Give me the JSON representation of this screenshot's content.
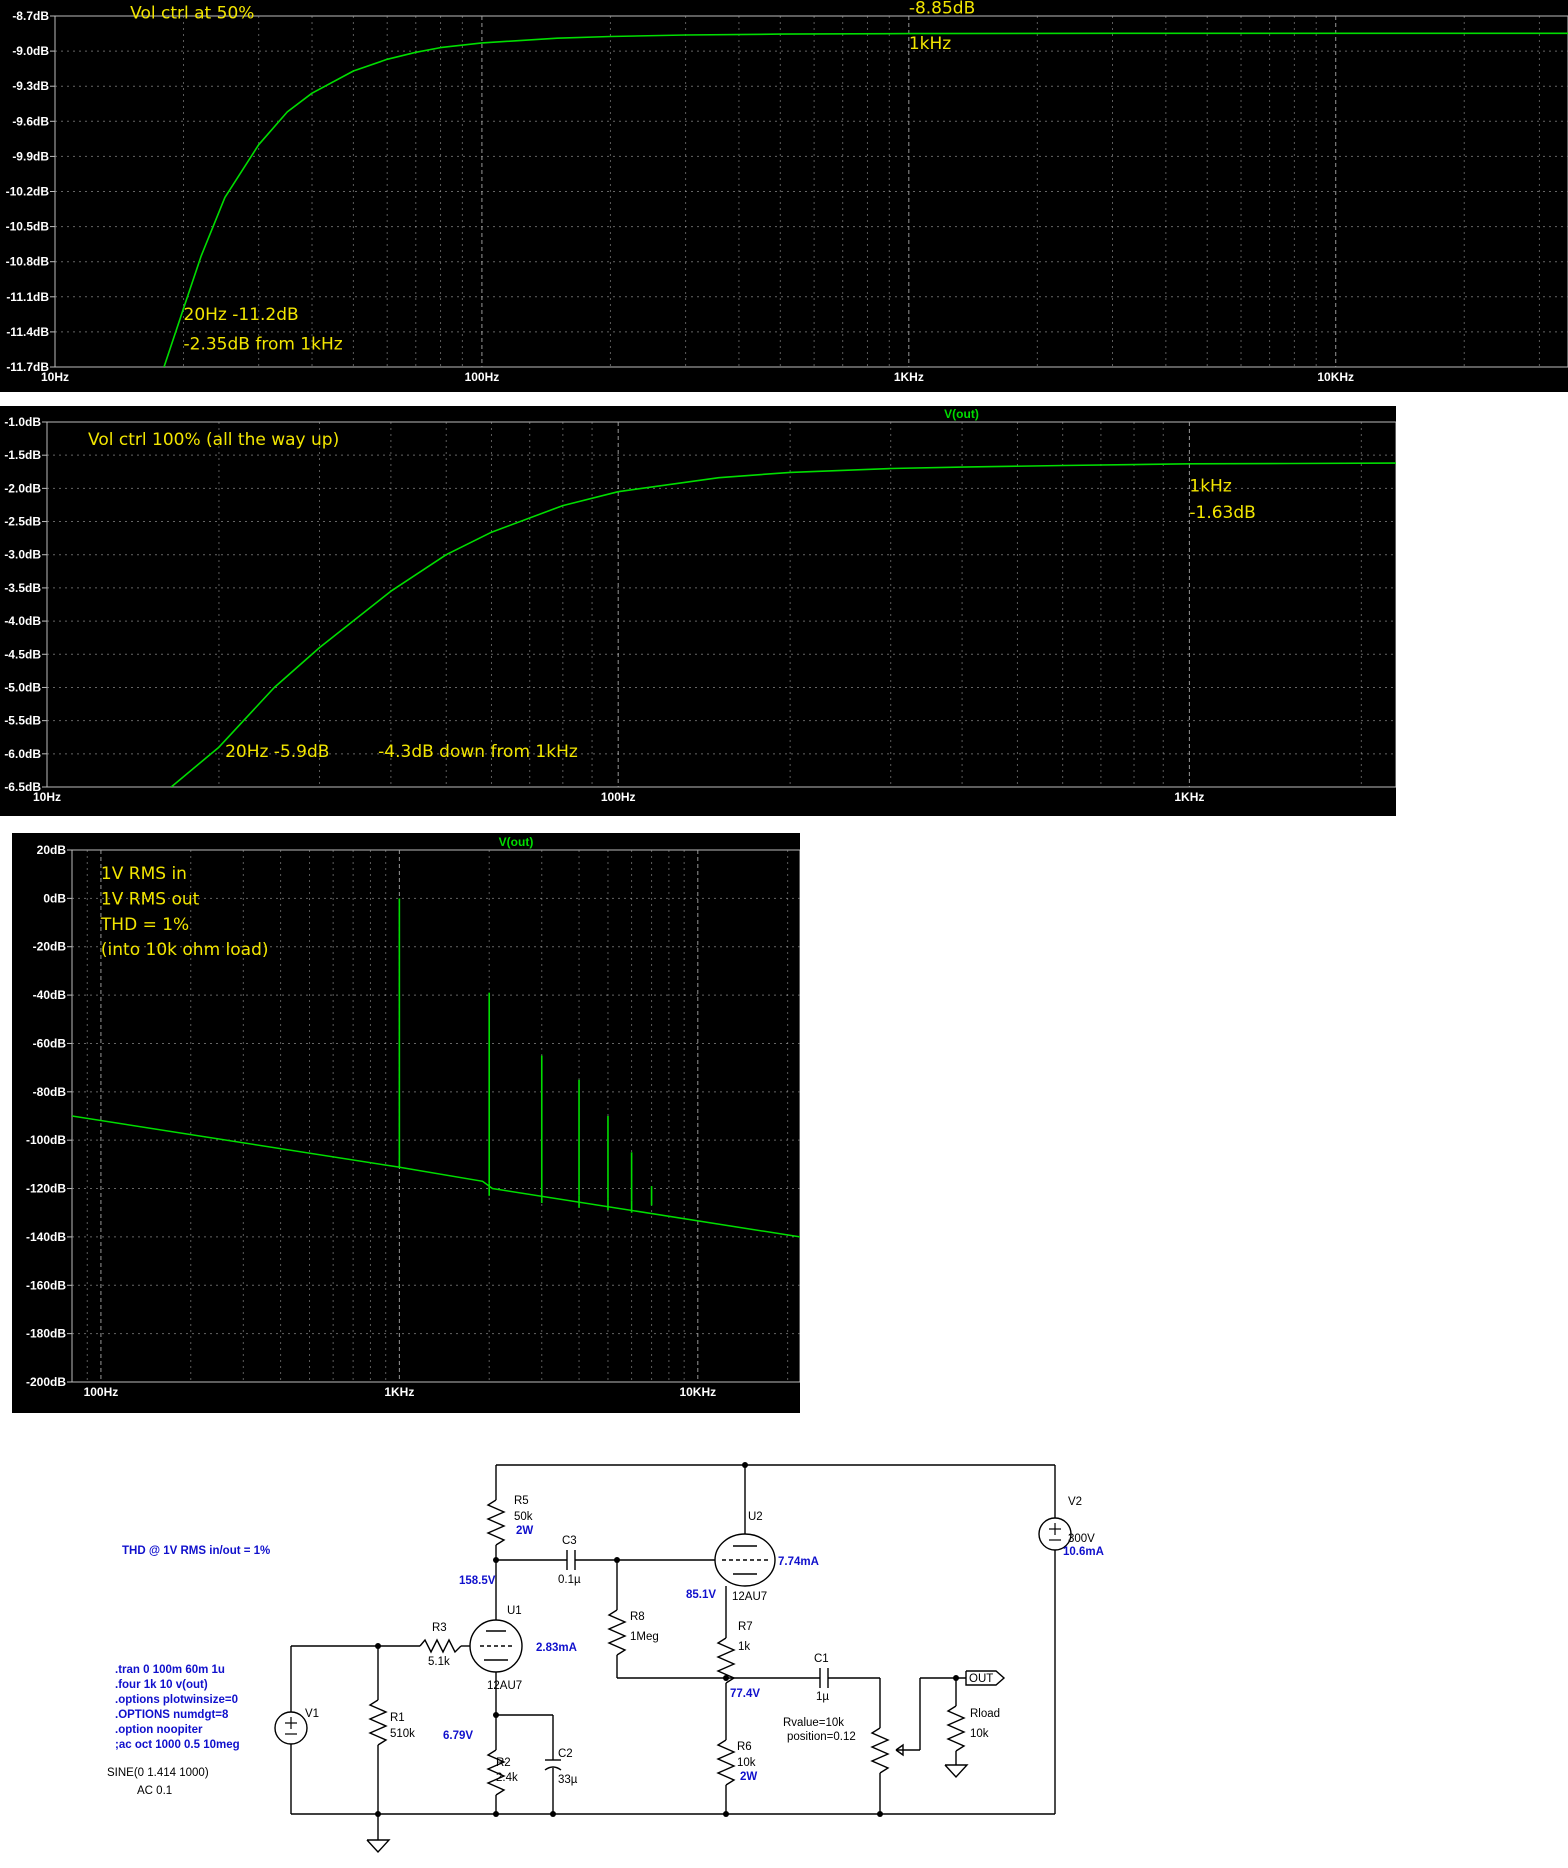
{
  "colors": {
    "trace": "#00dd00",
    "annotation": "#f2e500",
    "axis_text": "#ffffff",
    "grid": "#a8a8a8",
    "frame": "#bdbdbd",
    "schematic": "#1010cc",
    "label": "#000000"
  },
  "chart_data": [
    {
      "type": "line",
      "scale_x": "log",
      "xlim": [
        10,
        35000
      ],
      "ylim": [
        -11.7,
        -8.7
      ],
      "series_label": "",
      "x_ticks": [
        {
          "v": 10,
          "t": "10Hz"
        },
        {
          "v": 100,
          "t": "100Hz"
        },
        {
          "v": 1000,
          "t": "1KHz"
        },
        {
          "v": 10000,
          "t": "10KHz"
        }
      ],
      "y_ticks": [
        {
          "v": -8.7,
          "t": "-8.7dB"
        },
        {
          "v": -9.0,
          "t": "-9.0dB"
        },
        {
          "v": -9.3,
          "t": "-9.3dB"
        },
        {
          "v": -9.6,
          "t": "-9.6dB"
        },
        {
          "v": -9.9,
          "t": "-9.9dB"
        },
        {
          "v": -10.2,
          "t": "-10.2dB"
        },
        {
          "v": -10.5,
          "t": "-10.5dB"
        },
        {
          "v": -10.8,
          "t": "-10.8dB"
        },
        {
          "v": -11.1,
          "t": "-11.1dB"
        },
        {
          "v": -11.4,
          "t": "-11.4dB"
        },
        {
          "v": -11.7,
          "t": "-11.7dB"
        }
      ],
      "series": [
        {
          "x": [
            18,
            20,
            22,
            25,
            30,
            35,
            40,
            50,
            60,
            70,
            80,
            100,
            150,
            200,
            300,
            500,
            1000,
            3000,
            10000,
            35000
          ],
          "y": [
            -11.7,
            -11.2,
            -10.75,
            -10.25,
            -9.8,
            -9.52,
            -9.36,
            -9.17,
            -9.07,
            -9.01,
            -8.97,
            -8.93,
            -8.89,
            -8.875,
            -8.862,
            -8.855,
            -8.85,
            -8.848,
            -8.848,
            -8.848
          ]
        }
      ],
      "annotations": [
        {
          "text": "Vol ctrl at 50%",
          "x": 15,
          "y": -8.72
        },
        {
          "text": "-8.85dB",
          "x": 1000,
          "y": -8.68
        },
        {
          "text": "1kHz",
          "x": 1000,
          "y": -8.98
        },
        {
          "text": "20Hz -11.2dB",
          "x": 20,
          "y": -11.3
        },
        {
          "text": "-2.35dB from 1kHz",
          "x": 20,
          "y": -11.55
        }
      ]
    },
    {
      "type": "line",
      "scale_x": "log",
      "xlim": [
        10,
        2300
      ],
      "ylim": [
        -6.5,
        -1.0
      ],
      "series_label": "V(out)",
      "x_ticks": [
        {
          "v": 10,
          "t": "10Hz"
        },
        {
          "v": 100,
          "t": "100Hz"
        },
        {
          "v": 1000,
          "t": "1KHz"
        }
      ],
      "y_ticks": [
        {
          "v": -1.0,
          "t": "-1.0dB"
        },
        {
          "v": -1.5,
          "t": "-1.5dB"
        },
        {
          "v": -2.0,
          "t": "-2.0dB"
        },
        {
          "v": -2.5,
          "t": "-2.5dB"
        },
        {
          "v": -3.0,
          "t": "-3.0dB"
        },
        {
          "v": -3.5,
          "t": "-3.5dB"
        },
        {
          "v": -4.0,
          "t": "-4.0dB"
        },
        {
          "v": -4.5,
          "t": "-4.5dB"
        },
        {
          "v": -5.0,
          "t": "-5.0dB"
        },
        {
          "v": -5.5,
          "t": "-5.5dB"
        },
        {
          "v": -6.0,
          "t": "-6.0dB"
        },
        {
          "v": -6.5,
          "t": "-6.5dB"
        }
      ],
      "series": [
        {
          "x": [
            16.5,
            20,
            25,
            30,
            40,
            50,
            60,
            80,
            100,
            150,
            200,
            300,
            400,
            600,
            1000,
            1500,
            2300
          ],
          "y": [
            -6.5,
            -5.9,
            -5.0,
            -4.4,
            -3.55,
            -3.0,
            -2.66,
            -2.26,
            -2.05,
            -1.84,
            -1.76,
            -1.7,
            -1.68,
            -1.655,
            -1.63,
            -1.625,
            -1.62
          ]
        }
      ],
      "annotations": [
        {
          "text": "Vol ctrl 100% (all the way up)",
          "x": 11.8,
          "y": -1.35
        },
        {
          "text": "1kHz",
          "x": 1000,
          "y": -2.05
        },
        {
          "text": "-1.63dB",
          "x": 1000,
          "y": -2.45
        },
        {
          "text": "20Hz -5.9dB",
          "x": 20.5,
          "y": -6.05
        },
        {
          "text": "-4.3dB down from 1kHz",
          "x": 38,
          "y": -6.05
        }
      ]
    },
    {
      "type": "line",
      "scale_x": "log",
      "xlim": [
        80,
        22000
      ],
      "ylim": [
        -200,
        20
      ],
      "series_label": "V(out)",
      "x_ticks": [
        {
          "v": 100,
          "t": "100Hz"
        },
        {
          "v": 1000,
          "t": "1KHz"
        },
        {
          "v": 10000,
          "t": "10KHz"
        }
      ],
      "y_ticks": [
        {
          "v": 20,
          "t": "20dB"
        },
        {
          "v": 0,
          "t": "0dB"
        },
        {
          "v": -20,
          "t": "-20dB"
        },
        {
          "v": -40,
          "t": "-40dB"
        },
        {
          "v": -60,
          "t": "-60dB"
        },
        {
          "v": -80,
          "t": "-80dB"
        },
        {
          "v": -100,
          "t": "-100dB"
        },
        {
          "v": -120,
          "t": "-120dB"
        },
        {
          "v": -140,
          "t": "-140dB"
        },
        {
          "v": -160,
          "t": "-160dB"
        },
        {
          "v": -180,
          "t": "-180dB"
        },
        {
          "v": -200,
          "t": "-200dB"
        }
      ],
      "noise_floor": {
        "x": [
          80,
          980,
          1900,
          2050,
          22000
        ],
        "y": [
          -90,
          -111,
          -117,
          -120,
          -140
        ]
      },
      "harmonics": [
        {
          "f": 1000,
          "peak": 0,
          "base": -111
        },
        {
          "f": 2000,
          "peak": -39,
          "base": -118
        },
        {
          "f": 3000,
          "peak": -65,
          "base": -121
        },
        {
          "f": 4000,
          "peak": -75,
          "base": -123
        },
        {
          "f": 5000,
          "peak": -90,
          "base": -124
        },
        {
          "f": 6000,
          "peak": -105,
          "base": -125
        },
        {
          "f": 7000,
          "peak": -119,
          "base": -127
        }
      ],
      "annotations": [
        {
          "text": "1V RMS in",
          "x": 100,
          "y": 8
        },
        {
          "text": "1V RMS out",
          "x": 100,
          "y": -2.5
        },
        {
          "text": "THD = 1%",
          "x": 100,
          "y": -13
        },
        {
          "text": "(into 10k ohm load)",
          "x": 100,
          "y": -23.5
        }
      ]
    }
  ],
  "schematic": {
    "note_thd": "THD @ 1V RMS in/out = 1%",
    "directives": [
      ".tran 0 100m 60m 1u",
      ".four 1k 10 v(out)",
      ".options plotwinsize=0",
      ".OPTIONS numdgt=8",
      ".option noopiter",
      ";ac oct 1000 0.5 10meg"
    ],
    "source_sine": "SINE(0 1.414 1000)",
    "source_ac": "AC 0.1",
    "v1": "V1",
    "r1": "R1",
    "r1_val": "510k",
    "r3": "R3",
    "r3_val": "5.1k",
    "u1": "U1",
    "u1_type": "12AU7",
    "u1_current": "2.83mA",
    "node_158": "158.5V",
    "node_679": "6.79V",
    "r2": "R2",
    "r2_val": "2.4k",
    "c2": "C2",
    "c2_val": "33µ",
    "r5": "R5",
    "r5_val": "50k",
    "r5_watt": "2W",
    "c3": "C3",
    "c3_val": "0.1µ",
    "r8": "R8",
    "r8_val": "1Meg",
    "u2": "U2",
    "u2_type": "12AU7",
    "u2_current": "7.74mA",
    "node_851": "85.1V",
    "r7": "R7",
    "r7_val": "1k",
    "node_774": "77.4V",
    "r6": "R6",
    "r6_val": "10k",
    "r6_watt": "2W",
    "c1": "C1",
    "c1_val": "1µ",
    "pot_rvalue": "Rvalue=10k",
    "pot_position": "position=0.12",
    "out_label": "OUT",
    "rload": "Rload",
    "rload_val": "10k",
    "v2": "V2",
    "v2_val": "300V",
    "v2_current": "10.6mA"
  }
}
